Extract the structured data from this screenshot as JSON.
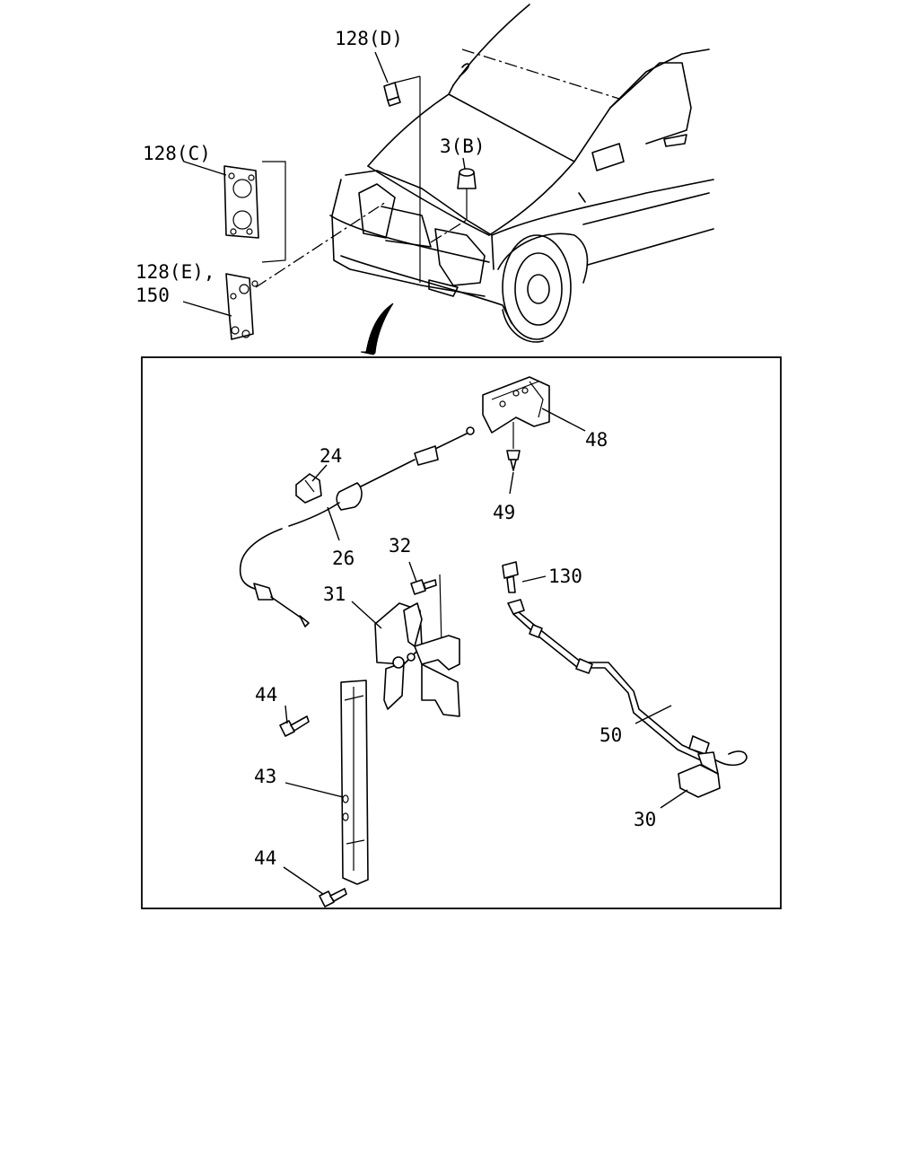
{
  "callouts": {
    "p128d": "128(D)",
    "p128c": "128(C)",
    "p3b": "3(B)",
    "p128e": "128(E),",
    "p150": "150",
    "p48": "48",
    "p49": "49",
    "p24": "24",
    "p26": "26",
    "p32": "32",
    "p130": "130",
    "p31": "31",
    "p44a": "44",
    "p50": "50",
    "p43": "43",
    "p30": "30",
    "p44b": "44"
  }
}
